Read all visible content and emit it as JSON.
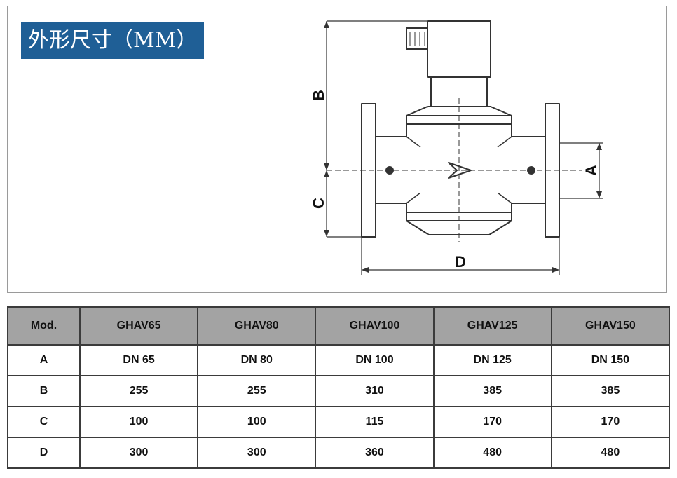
{
  "title": "外形尺寸（MM）",
  "diagram_labels": {
    "a": "A",
    "b": "B",
    "c": "C",
    "d": "D"
  },
  "table": {
    "header": [
      "Mod.",
      "GHAV65",
      "GHAV80",
      "GHAV100",
      "GHAV125",
      "GHAV150"
    ],
    "rows": [
      {
        "label": "A",
        "cells": [
          "DN 65",
          "DN 80",
          "DN 100",
          "DN 125",
          "DN 150"
        ]
      },
      {
        "label": "B",
        "cells": [
          "255",
          "255",
          "310",
          "385",
          "385"
        ]
      },
      {
        "label": "C",
        "cells": [
          "100",
          "100",
          "115",
          "170",
          "170"
        ]
      },
      {
        "label": "D",
        "cells": [
          "300",
          "300",
          "360",
          "480",
          "480"
        ]
      }
    ]
  },
  "colors": {
    "title_bg": "#1f5f96",
    "header_bg": "#a3a3a3",
    "line": "#333333"
  }
}
